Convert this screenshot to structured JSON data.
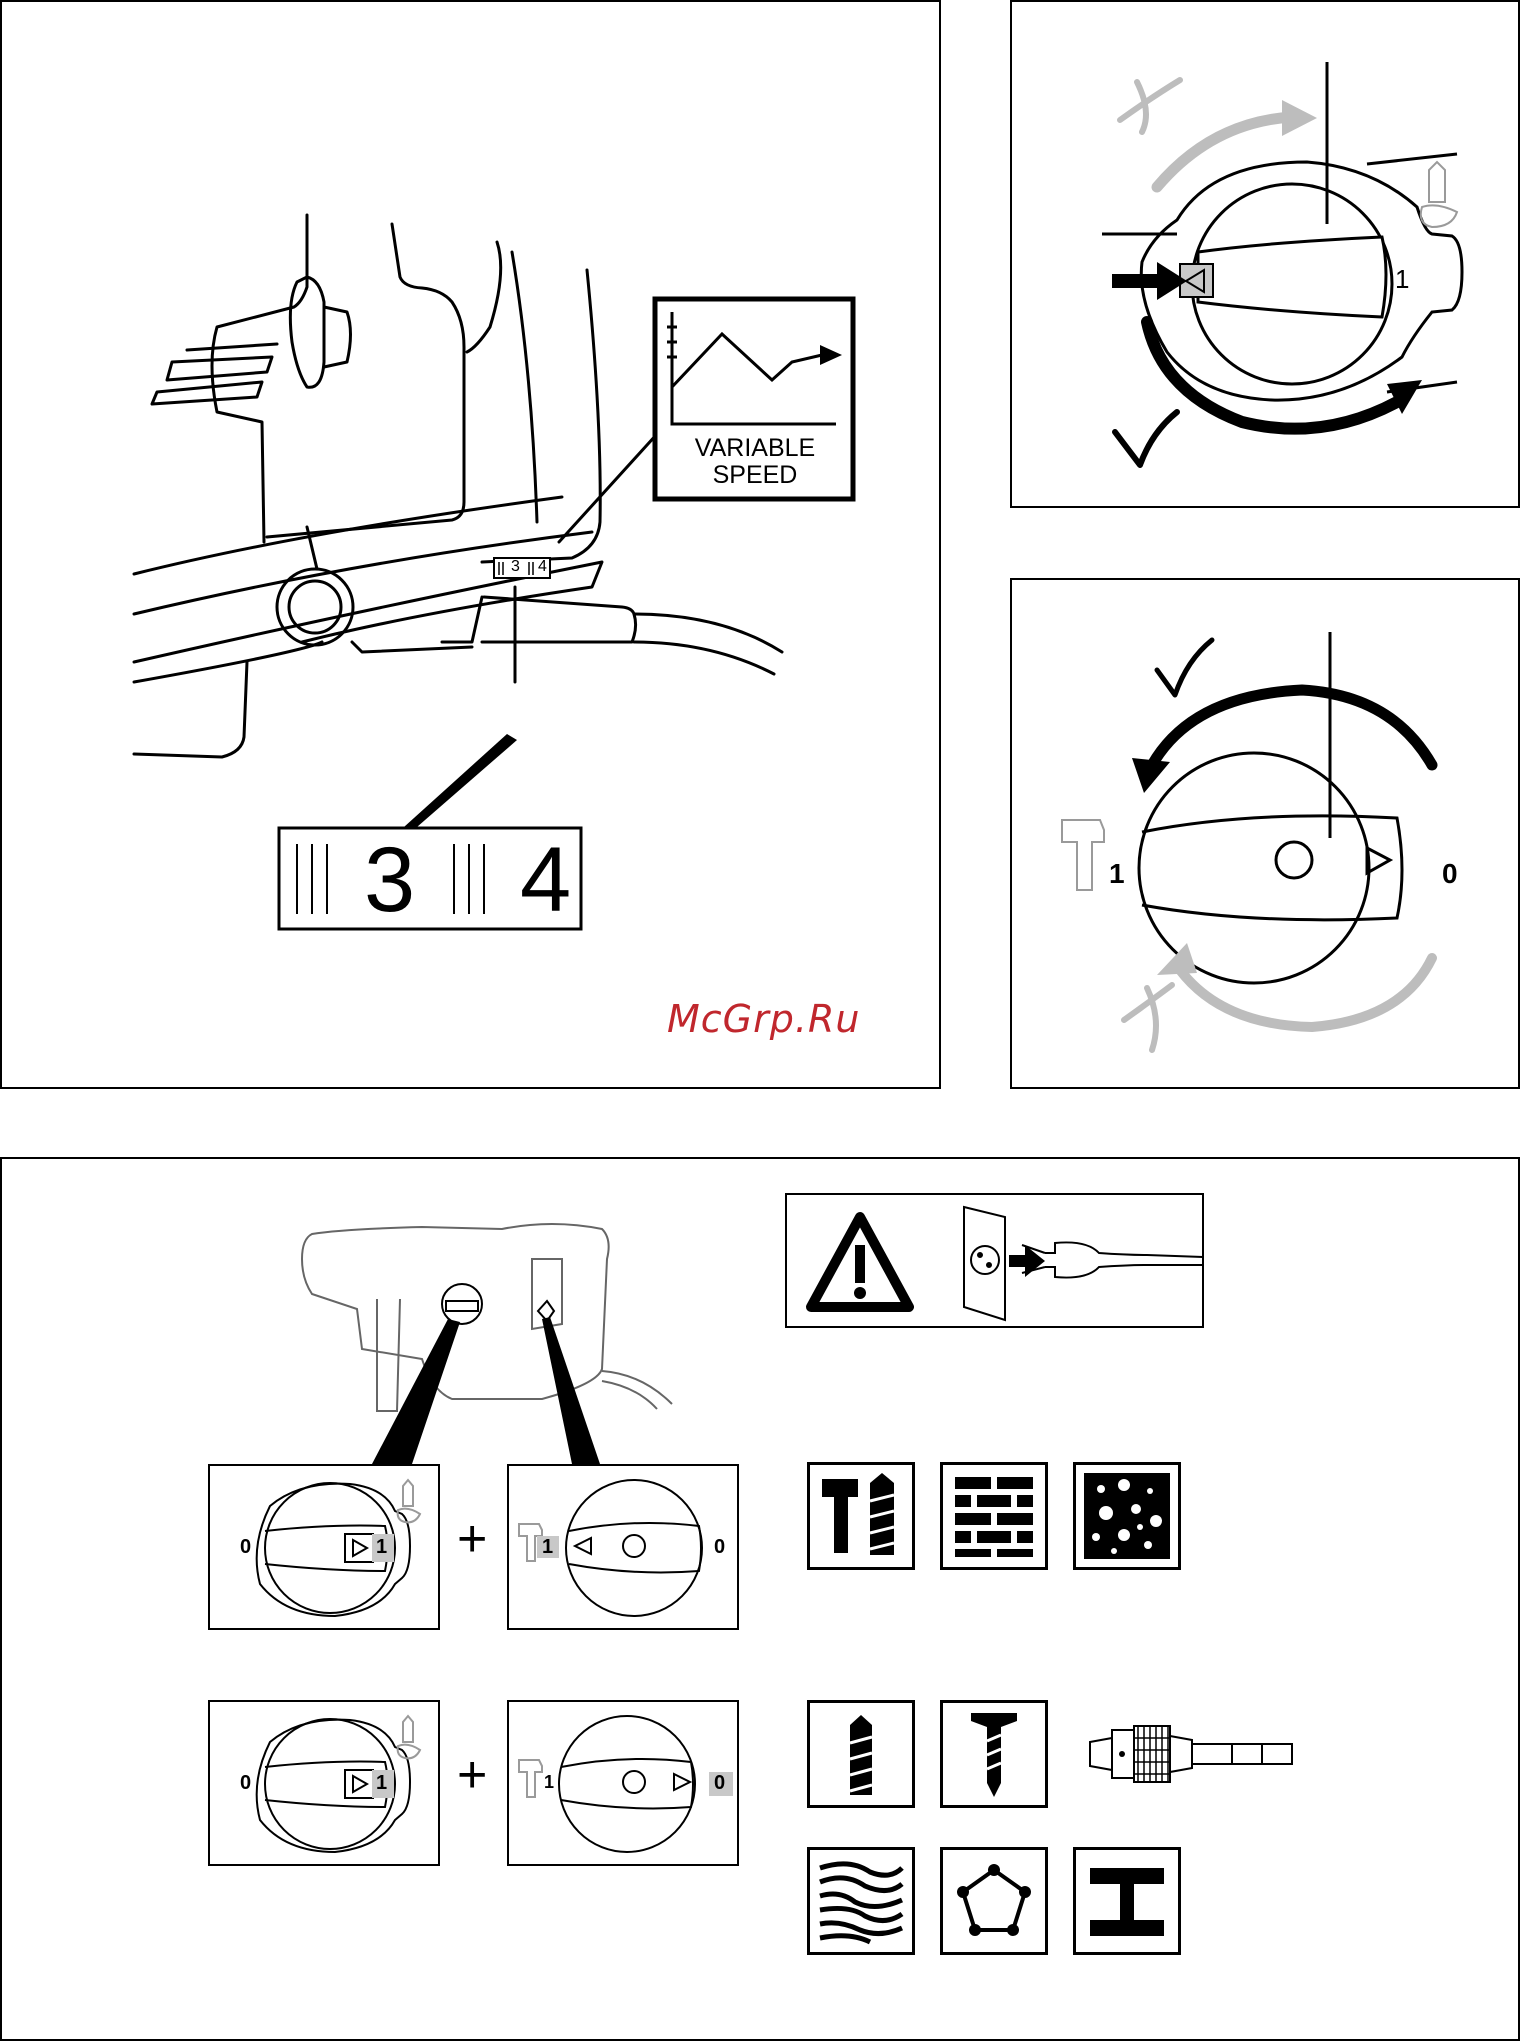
{
  "figure_speed": {
    "label_line1": "VARIABLE",
    "label_line2": "SPEED",
    "dial_left": "3",
    "dial_right": "4",
    "dial_small_left": "3",
    "dial_small_right": "4",
    "watermark": "McGrp.Ru"
  },
  "figure_mode_selector": {
    "position_label": "1"
  },
  "figure_hammer_stop": {
    "left_label": "1",
    "right_label": "0"
  },
  "figure_modes": {
    "row1": {
      "sel_left": "0",
      "sel_right": "1",
      "plus": "+",
      "stop_left": "1",
      "stop_right": "0"
    },
    "row2": {
      "sel_left": "0",
      "sel_right": "1",
      "plus": "+",
      "stop_left": "1",
      "stop_right": "0"
    }
  },
  "colors": {
    "ink": "#000000",
    "grey": "#bdbdbd",
    "highlight": "#c8c8c8",
    "watermark": "#c0272d"
  },
  "icons": [
    "warning-icon",
    "unplug-icon",
    "hammer-drill-icon",
    "brick-icon",
    "concrete-icon",
    "drill-bit-icon",
    "screw-icon",
    "chuck-icon",
    "wood-icon",
    "plastic-icon",
    "steel-beam-icon"
  ]
}
